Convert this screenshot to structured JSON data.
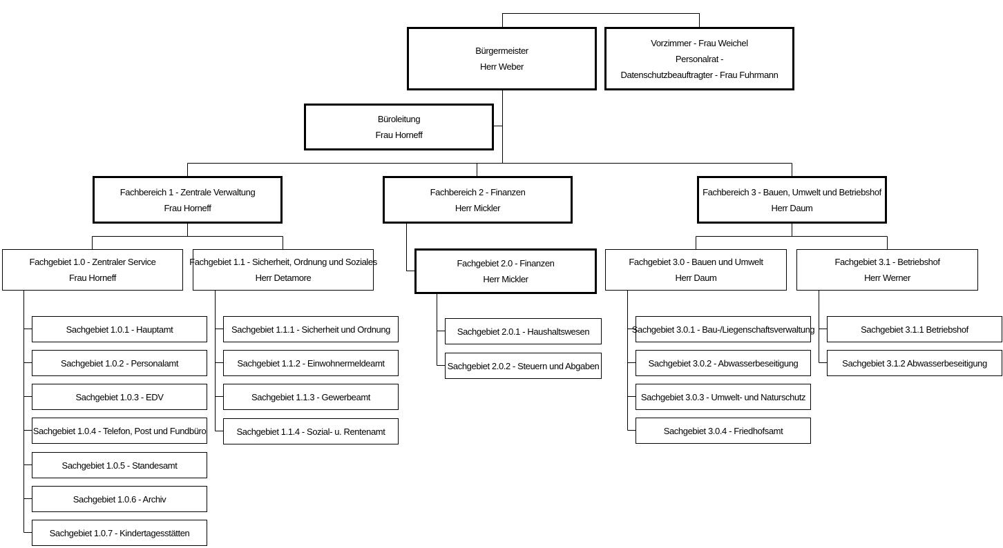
{
  "org_chart": {
    "buergermeister": {
      "title": "Bürgermeister",
      "name": "Herr Weber"
    },
    "vorzimmer": {
      "line1": "Vorzimmer - Frau Weichel",
      "line2": "Personalrat -",
      "line3": "Datenschutzbeauftragter - Frau Fuhrmann"
    },
    "bueroleitung": {
      "title": "Büroleitung",
      "name": "Frau Horneff"
    },
    "fachbereich_1": {
      "title": "Fachbereich 1 - Zentrale Verwaltung",
      "name": "Frau Horneff"
    },
    "fachbereich_2": {
      "title": "Fachbereich 2 - Finanzen",
      "name": "Herr Mickler"
    },
    "fachbereich_3": {
      "title": "Fachbereich 3 - Bauen, Umwelt und Betriebshof",
      "name": "Herr Daum"
    },
    "fachgebiet_1_0": {
      "title": "Fachgebiet 1.0 -  Zentraler Service",
      "name": "Frau Horneff"
    },
    "fachgebiet_1_1": {
      "title": "Fachgebiet 1.1 - Sicherheit, Ordnung und Soziales",
      "name": "Herr Detamore"
    },
    "fachgebiet_2_0": {
      "title": "Fachgebiet 2.0 - Finanzen",
      "name": "Herr Mickler"
    },
    "fachgebiet_3_0": {
      "title": "Fachgebiet 3.0 - Bauen und Umwelt",
      "name": "Herr Daum"
    },
    "fachgebiet_3_1": {
      "title": "Fachgebiet 3.1 - Betriebshof",
      "name": "Herr Werner"
    },
    "sachgebiete_1_0": [
      "Sachgebiet 1.0.1 - Hauptamt",
      "Sachgebiet 1.0.2 - Personalamt",
      "Sachgebiet 1.0.3 - EDV",
      "Sachgebiet 1.0.4 - Telefon, Post und Fundbüro",
      "Sachgebiet 1.0.5 - Standesamt",
      "Sachgebiet 1.0.6 - Archiv",
      "Sachgebiet 1.0.7 - Kindertagesstätten"
    ],
    "sachgebiete_1_1": [
      "Sachgebiet 1.1.1 - Sicherheit und Ordnung",
      "Sachgebiet 1.1.2 - Einwohnermeldeamt",
      "Sachgebiet 1.1.3 - Gewerbeamt",
      "Sachgebiet 1.1.4 - Sozial- u. Rentenamt"
    ],
    "sachgebiete_2_0": [
      "Sachgebiet 2.0.1 - Haushaltswesen",
      "Sachgebiet 2.0.2 - Steuern und Abgaben"
    ],
    "sachgebiete_3_0": [
      "Sachgebiet 3.0.1 - Bau-/Liegenschaftsverwaltung",
      "Sachgebiet 3.0.2 - Abwasserbeseitigung",
      "Sachgebiet 3.0.3 - Umwelt- und Naturschutz",
      "Sachgebiet 3.0.4 - Friedhofsamt"
    ],
    "sachgebiete_3_1": [
      "Sachgebiet 3.1.1 Betriebshof",
      "Sachgebiet 3.1.2 Abwasserbeseitigung"
    ]
  }
}
